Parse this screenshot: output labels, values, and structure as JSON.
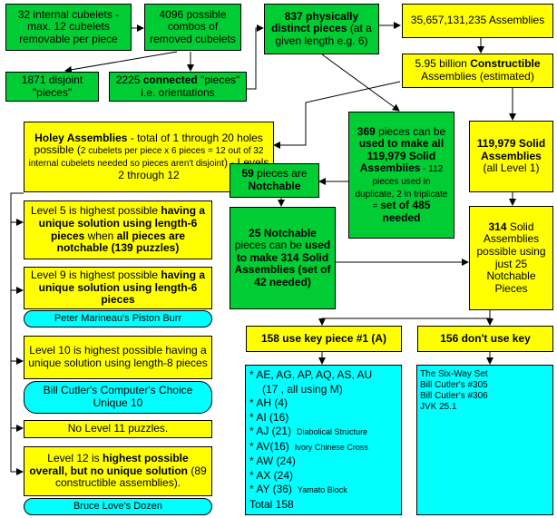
{
  "boxes": {
    "internal": "32 internal cubelets - max. 12 cubelets removable per piece",
    "combos": "4096 possible combos of removed cubelets",
    "disjoint": "1871 disjoint \"pieces\"",
    "connected": {
      "a": "2225 ",
      "b": "connected",
      "c": " \"pieces\" i.e. orientations"
    },
    "distinct": {
      "a": "837 physically distinct pieces",
      "b": " (at a given length e.g. 6)"
    },
    "assemblies": "35,657,131,235 Assemblies",
    "constructible": {
      "a": "5.95 billion ",
      "b": "Constructible",
      "c": " Assemblies (estimated)"
    },
    "p369": {
      "a": "369",
      "b": " pieces can be ",
      "c": "used to make all 119,979 Solid Assemblies",
      "d": " - 112 pieces used in duplicate, 2 in triplicate = ",
      "e": "set of 485 needed"
    },
    "solid": {
      "a": "119,979 Solid Assemblies",
      "b": " (all Level 1)"
    },
    "notchable59": {
      "a": "59",
      "b": " pieces are ",
      "c": "Notchable"
    },
    "notchable25": {
      "a": "25 Notchable",
      "b": " pieces can be ",
      "c": "used to make 314 Solid Assemblies",
      "d": " (set of 42 needed)"
    },
    "solid314": {
      "a": "314",
      "b": " Solid Assemblies possible using just 25 Notchable Pieces"
    },
    "holey": {
      "a": "Holey Assemblies",
      "b": " - total of 1 through 20 holes possible (",
      "c": "2 cubelets per piece x 6 pieces = 12 out of 32 internal cubelets needed so pieces aren't disjoint",
      "d": ") - Levels 2 through 12"
    },
    "level5": {
      "a": "Level 5 is highest possible ",
      "b": "having a unique solution using length-6 pieces",
      "c": " when ",
      "d": "all pieces are notchable (139 puzzles)"
    },
    "level9": {
      "a": "Level 9 is highest possible ",
      "b": "having a unique solution using length-6 pieces"
    },
    "marineau": "Peter Marineau's Piston Burr",
    "level10": "Level 10 is highest possible having a unique solution using length-8 pieces",
    "cutler": "Bill Cutler's Computer's Choice Unique 10",
    "level11": "No Level 11 puzzles.",
    "level12": {
      "a": "Level 12 is ",
      "b": "highest possible overall, but no unique solution",
      "c": " (89 constructible assemblies)."
    },
    "love": "Bruce Love's Dozen",
    "key158": "158 use key piece #1 (A)",
    "nokey156": "156 don't use key"
  },
  "key_list": [
    {
      "text": "* AE, AG, AP, AQ, AS, AU"
    },
    {
      "text": "(17 , all using M)",
      "indent": true
    },
    {
      "text": "* AH (4)"
    },
    {
      "text": "* AI (16)"
    },
    {
      "text": "* AJ (21)",
      "note": "Diabolical Structure"
    },
    {
      "text": "* AV(16)",
      "note": "Ivory Chinese Cross"
    },
    {
      "text": "* AW (24)"
    },
    {
      "text": "* AX (24)"
    },
    {
      "text": "* AY (36)",
      "note": "Yamato Block"
    },
    {
      "text": "Total 158"
    }
  ],
  "nokey_list": [
    "The Six-Way Set",
    "Bill Cutler's #305",
    "Bill Cutler's #306",
    "JVK 25.1"
  ],
  "colors": {
    "green": "#00cc33",
    "yellow": "#ffff00",
    "cyan": "#00ffff"
  }
}
